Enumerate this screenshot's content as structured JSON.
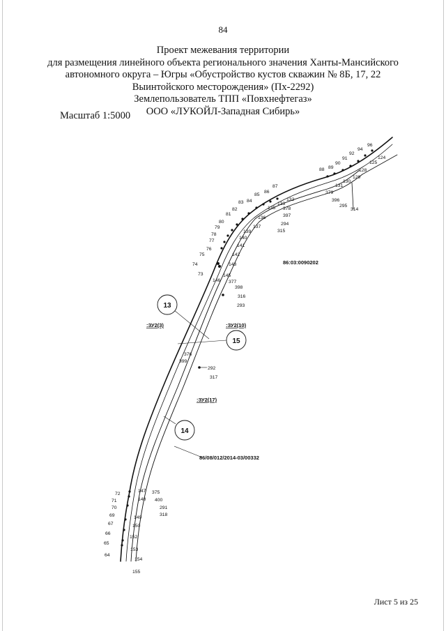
{
  "page_number": "84",
  "title_lines": [
    "Проект межевания территории",
    "для размещения линейного объекта регионального значения Ханты-Мансийского",
    "автономного округа – Югры «Обустройство кустов скважин № 8Б, 17, 22",
    "Выинтойского  месторождения» (Пх-2292)",
    "Землепользователь ТПП «Повхнефтегаз»",
    "ООО «ЛУКОЙЛ-Западная Сибирь»"
  ],
  "scale": "Масштаб 1:5000",
  "sheet": "Лист 5 из 25",
  "map": {
    "cadastral_block": "86:03:0090202",
    "parcel_ref": "86/08/012/2014-03/00332",
    "parcels": [
      ":ЗУ2(3)",
      ":ЗУ2(10)",
      ":ЗУ2(17)"
    ],
    "circled": [
      "13",
      "15",
      "14"
    ],
    "point_labels": {
      "p96": "96",
      "p94": "94",
      "p92": "92",
      "p91": "91",
      "p90": "90",
      "p89": "89",
      "p88": "88",
      "p124": "124",
      "p125": "125",
      "p128": "128",
      "p129": "129",
      "p130": "130",
      "p131": "131",
      "p87": "87",
      "p86": "86",
      "p85": "85",
      "p84": "84",
      "p83": "83",
      "p82": "82",
      "p81": "81",
      "p80": "80",
      "p79": "79",
      "p78": "78",
      "p77": "77",
      "p76": "76",
      "p75": "75",
      "p74": "74",
      "p73": "73",
      "p132": "132",
      "p133": "133",
      "p135": "135",
      "p136": "136",
      "p137": "137",
      "p139": "139",
      "p140": "140",
      "p141": "141",
      "p142": "142",
      "p143": "143",
      "p145": "145",
      "p146": "146",
      "p379": "379",
      "p396": "396",
      "p295": "295",
      "p314": "314",
      "p378": "378",
      "p397": "397",
      "p294": "294",
      "p315": "315",
      "p377": "377",
      "p398": "398",
      "p316": "316",
      "p293": "293",
      "p376": "376",
      "p399": "399",
      "p292": "292",
      "p317": "317",
      "p72": "72",
      "p71": "71",
      "p70": "70",
      "p69": "69",
      "p67": "67",
      "p66": "66",
      "p65": "65",
      "p64": "64",
      "p147": "147",
      "p148": "148",
      "p149": "149",
      "p150": "150",
      "p152": "152",
      "p153": "153",
      "p154": "154",
      "p155": "155",
      "p375": "375",
      "p400": "400",
      "p291": "291",
      "p318": "318"
    }
  }
}
